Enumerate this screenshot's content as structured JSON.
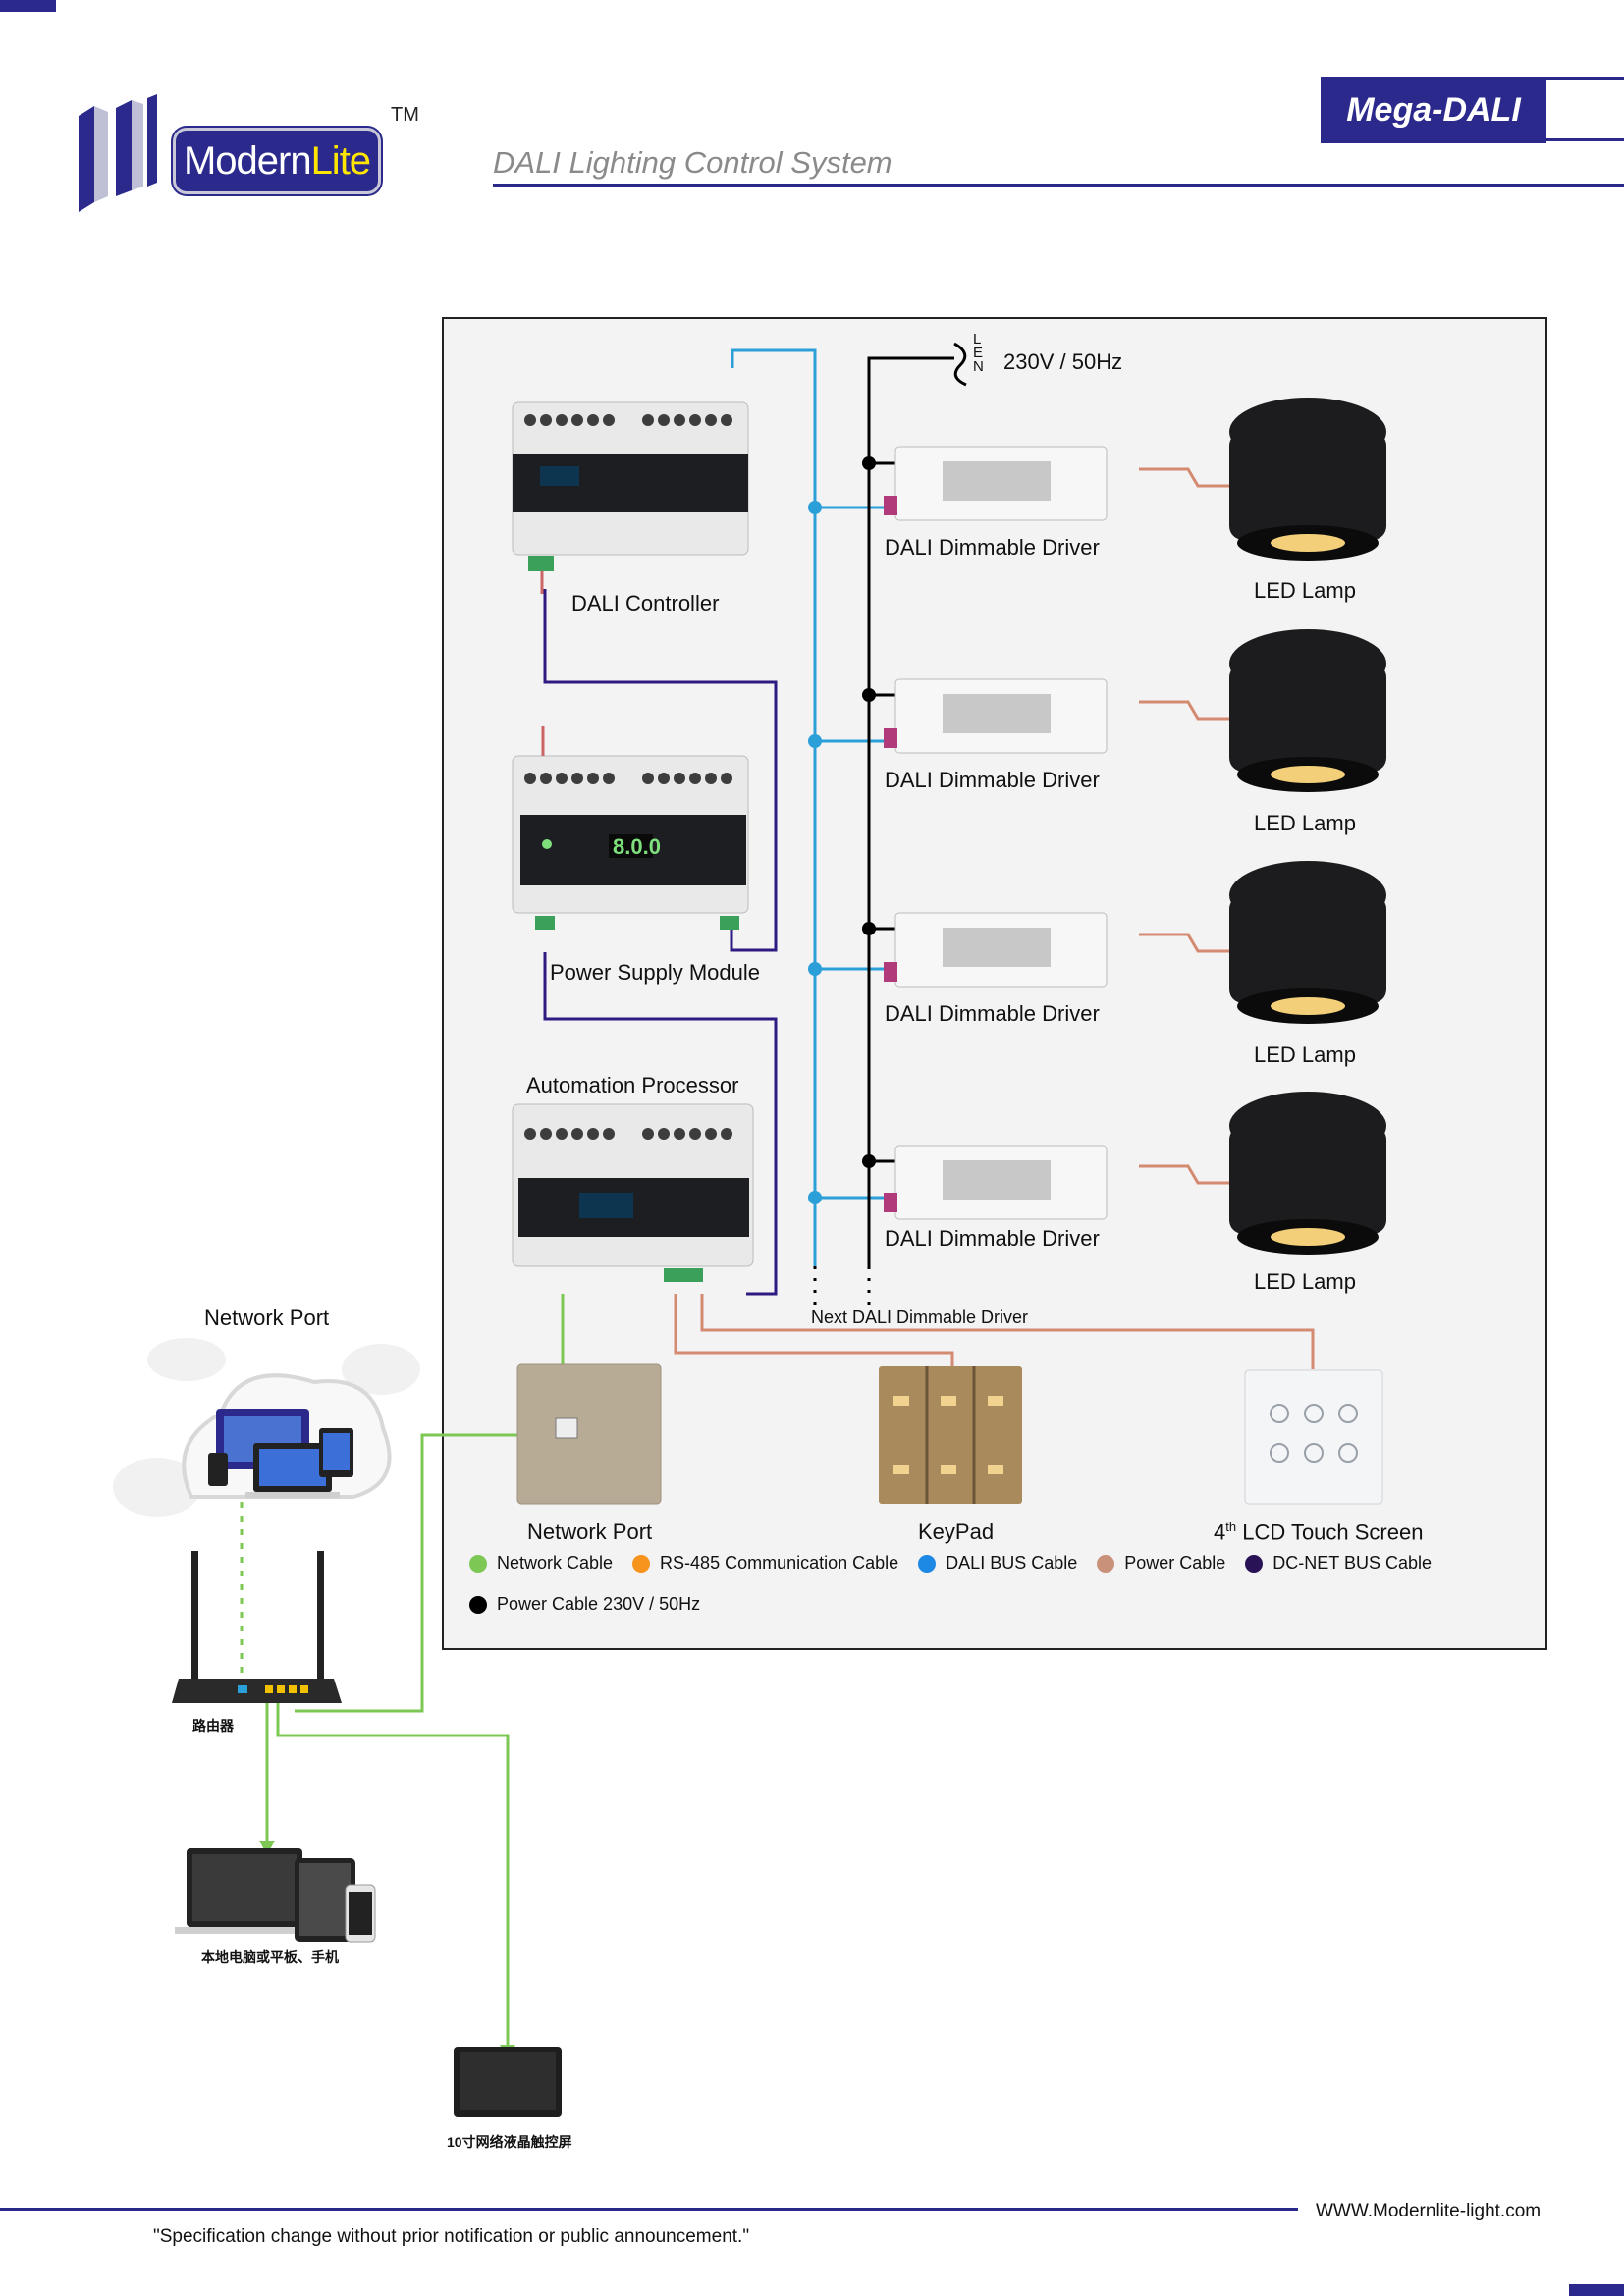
{
  "header": {
    "logo_text_a": "Modern",
    "logo_text_b": "Lite",
    "logo_tm": "TM",
    "tagline": "DALI Lighting Control System",
    "product_tag": "Mega-DALI"
  },
  "diagram": {
    "power_in_letters": [
      "L",
      "E",
      "N"
    ],
    "power_in_label": "230V / 50Hz",
    "dali_controller": "DALI Controller",
    "power_supply_module": "Power Supply Module",
    "automation_processor": "Automation Processor",
    "drivers": [
      {
        "label": "DALI Dimmable Driver"
      },
      {
        "label": "DALI Dimmable Driver"
      },
      {
        "label": "DALI Dimmable Driver"
      },
      {
        "label": "DALI Dimmable Driver"
      }
    ],
    "lamps": [
      {
        "label": "LED Lamp"
      },
      {
        "label": "LED Lamp"
      },
      {
        "label": "LED Lamp"
      },
      {
        "label": "LED Lamp"
      }
    ],
    "next_driver": "Next DALI Dimmable Driver",
    "network_port_device": "Network Port",
    "keypad": "KeyPad",
    "touch_screen_prefix": "4",
    "touch_screen_sup": "th",
    "touch_screen_label": "LCD Touch Screen",
    "cloud_label": "Network Port",
    "router_label": "路由器",
    "local_devices_label": "本地电脑或平板、手机",
    "panel_label": "10寸网络液晶触控屏"
  },
  "legend": [
    {
      "label": "Network Cable",
      "color": "#7dc855"
    },
    {
      "label": "RS-485 Communication Cable",
      "color": "#f7941d"
    },
    {
      "label": "DALI BUS Cable",
      "color": "#1e88e5"
    },
    {
      "label": "Power Cable",
      "color": "#c9917a"
    },
    {
      "label": "DC-NET BUS Cable",
      "color": "#2a1256"
    },
    {
      "label": "Power Cable 230V / 50Hz",
      "color": "#000000"
    }
  ],
  "colors": {
    "brand": "#2b2a8c",
    "dali_bus": "#2b9fd8",
    "dc_net": "#2e1a80",
    "network": "#7dc855",
    "power": "#d48a70",
    "mains": "#000000"
  },
  "footer": {
    "url": "WWW.Modernlite-light.com",
    "note": "\"Specification change without prior notification or public announcement.\""
  }
}
